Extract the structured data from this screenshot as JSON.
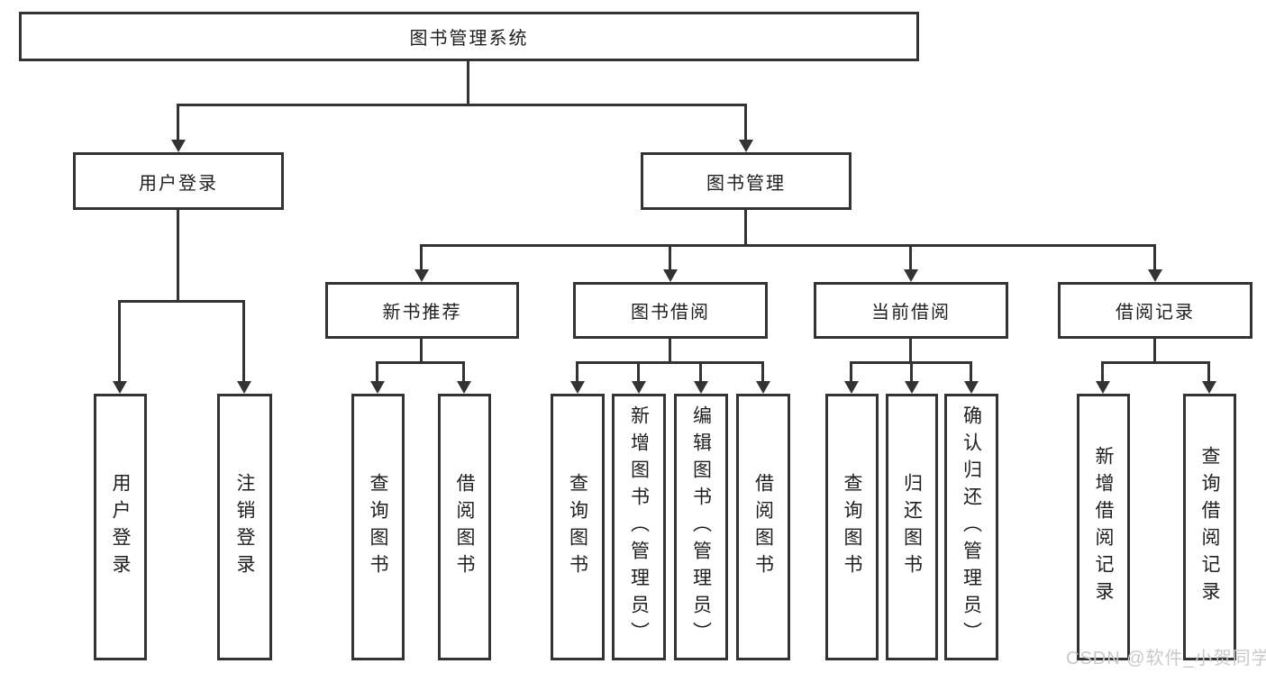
{
  "colors": {
    "line": "#333333",
    "text": "#1f1f1f",
    "background": "#ffffff",
    "watermark": "#c9c9c9"
  },
  "watermark": {
    "text": "CSDN @软件_小贺同学"
  },
  "tree": {
    "label": "图书管理系统",
    "children": [
      {
        "label": "用户登录",
        "children": [
          {
            "label": "用户登录"
          },
          {
            "label": "注销登录"
          }
        ]
      },
      {
        "label": "图书管理",
        "children": [
          {
            "label": "新书推荐",
            "children": [
              {
                "label": "查询图书"
              },
              {
                "label": "借阅图书"
              }
            ]
          },
          {
            "label": "图书借阅",
            "children": [
              {
                "label": "查询图书"
              },
              {
                "label": "新增图书（管理员）"
              },
              {
                "label": "编辑图书（管理员）"
              },
              {
                "label": "借阅图书"
              }
            ]
          },
          {
            "label": "当前借阅",
            "children": [
              {
                "label": "查询图书"
              },
              {
                "label": "归还图书"
              },
              {
                "label": "确认归还（管理员）"
              }
            ]
          },
          {
            "label": "借阅记录",
            "children": [
              {
                "label": "新增借阅记录"
              },
              {
                "label": "查询借阅记录"
              }
            ]
          }
        ]
      }
    ]
  }
}
